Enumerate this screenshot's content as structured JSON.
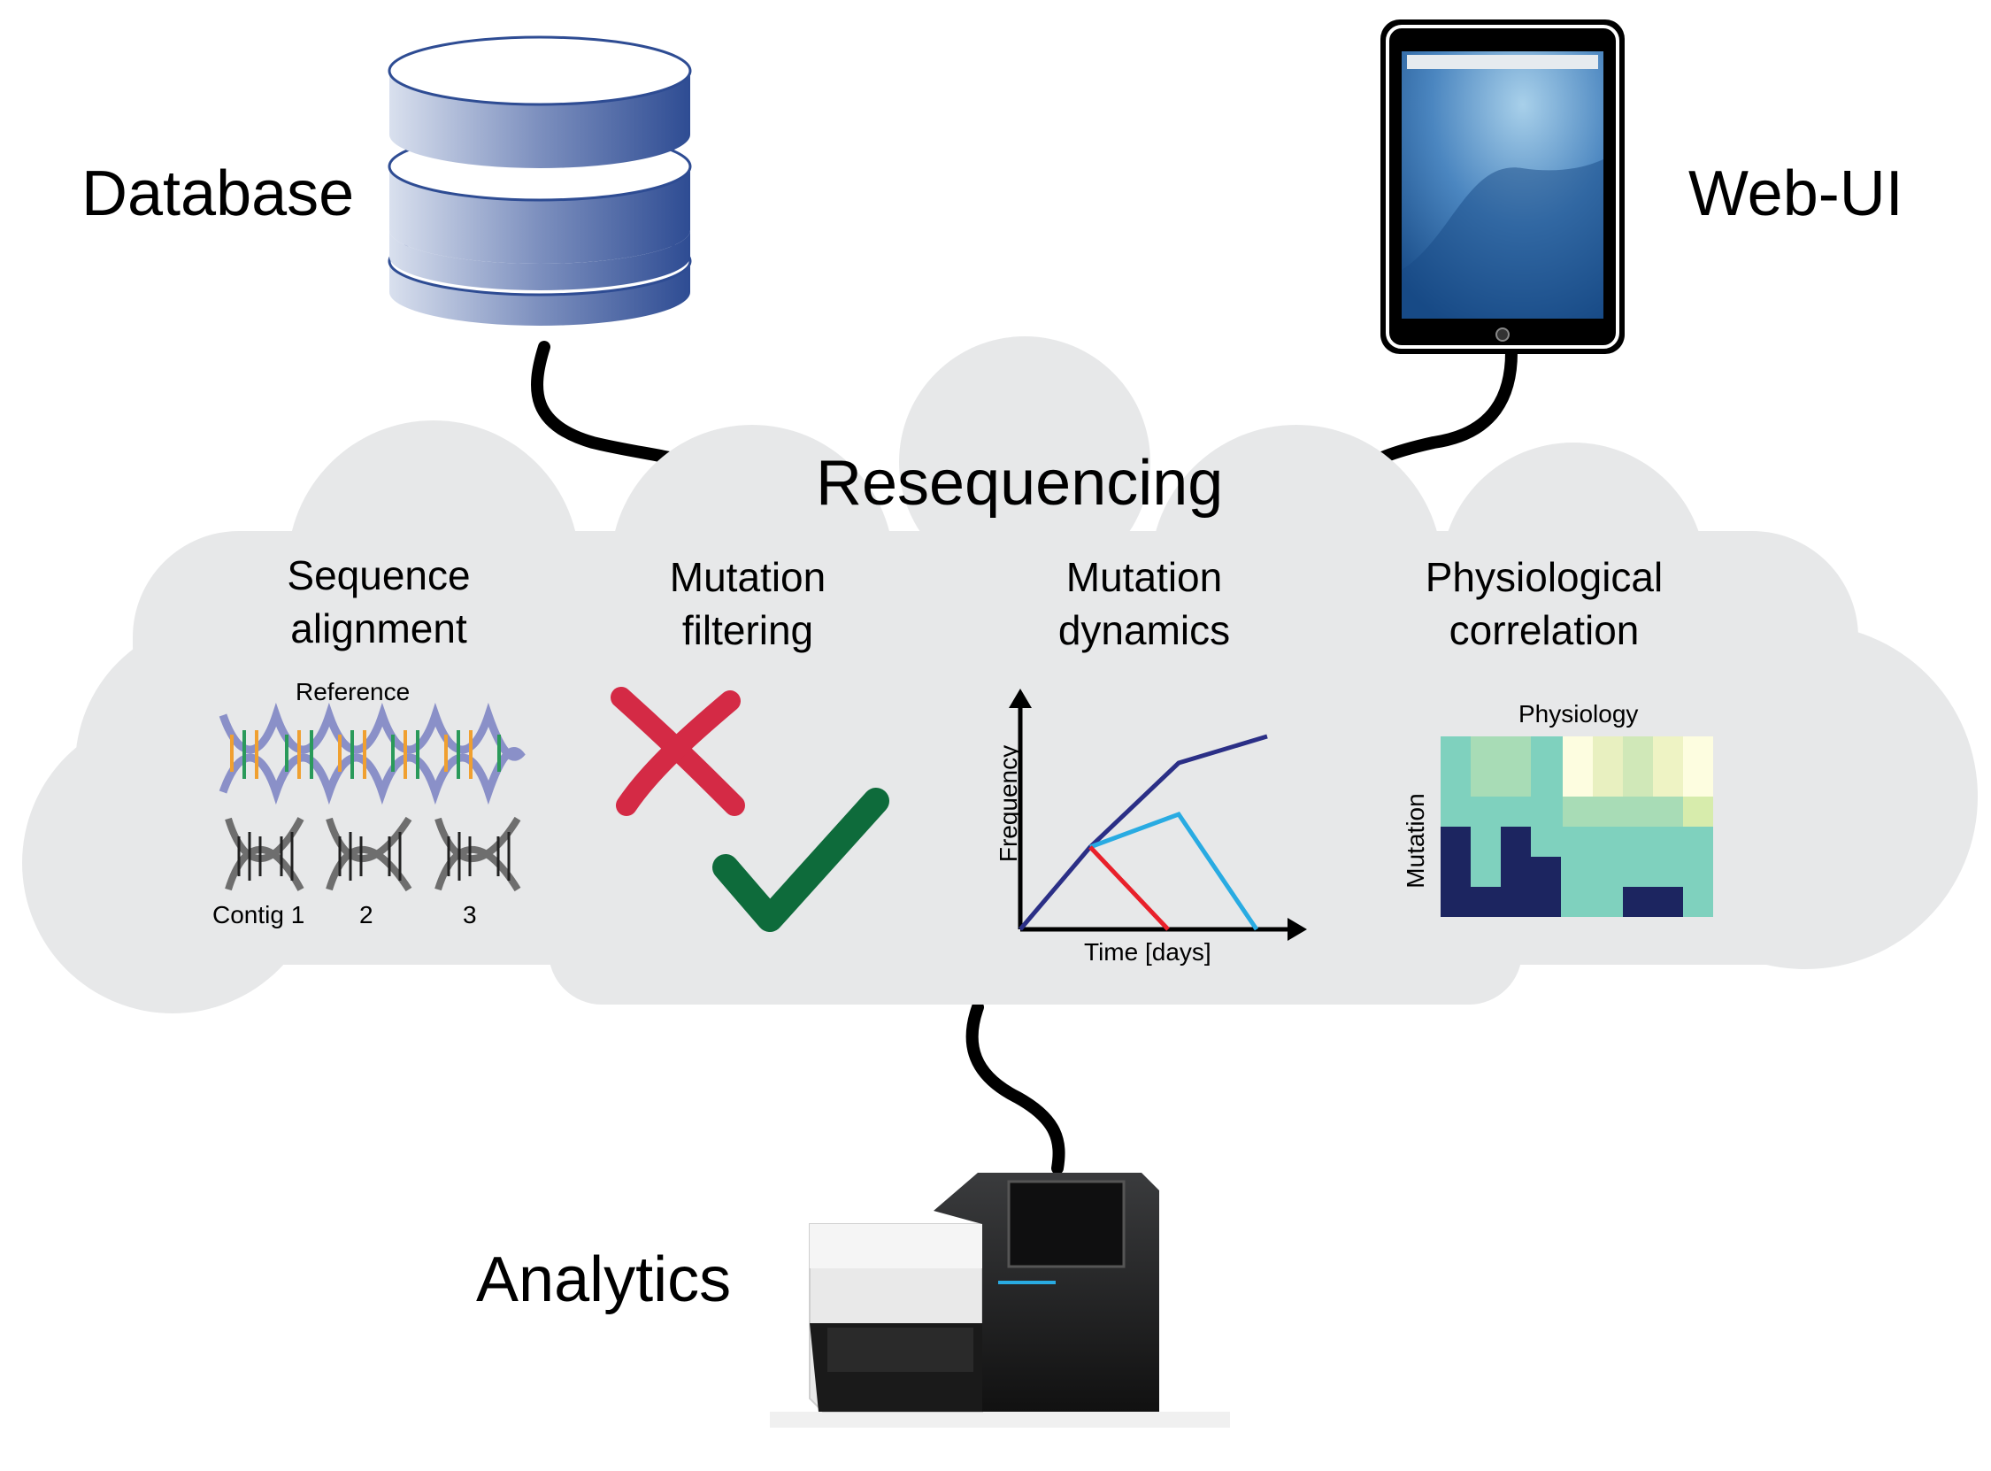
{
  "nodes": {
    "database": "Database",
    "web_ui": "Web-UI",
    "analytics": "Analytics",
    "hub": "Resequencing"
  },
  "stages": [
    {
      "line1": "Sequence",
      "line2": "alignment"
    },
    {
      "line1": "Mutation",
      "line2": "filtering"
    },
    {
      "line1": "Mutation",
      "line2": "dynamics"
    },
    {
      "line1": "Physiological",
      "line2": "correlation"
    }
  ],
  "alignment_panel": {
    "reference": "Reference",
    "contig_1": "Contig 1",
    "contig_2": "2",
    "contig_3": "3"
  },
  "dynamics_panel": {
    "xlabel": "Time [days]",
    "ylabel": "Frequency"
  },
  "heatmap_panel": {
    "top_label": "Physiology",
    "side_label": "Mutation"
  },
  "colors": {
    "cloud": "#e7e8e9",
    "reject": "#d42a45",
    "accept": "#0e6b3b",
    "line_dark": "#2b2f86",
    "line_cyan": "#29abe2",
    "line_red": "#e8202a",
    "heat_dark": "#1c2560",
    "heat_teal": "#7fd1be",
    "heat_pale": "#fdfde0"
  }
}
